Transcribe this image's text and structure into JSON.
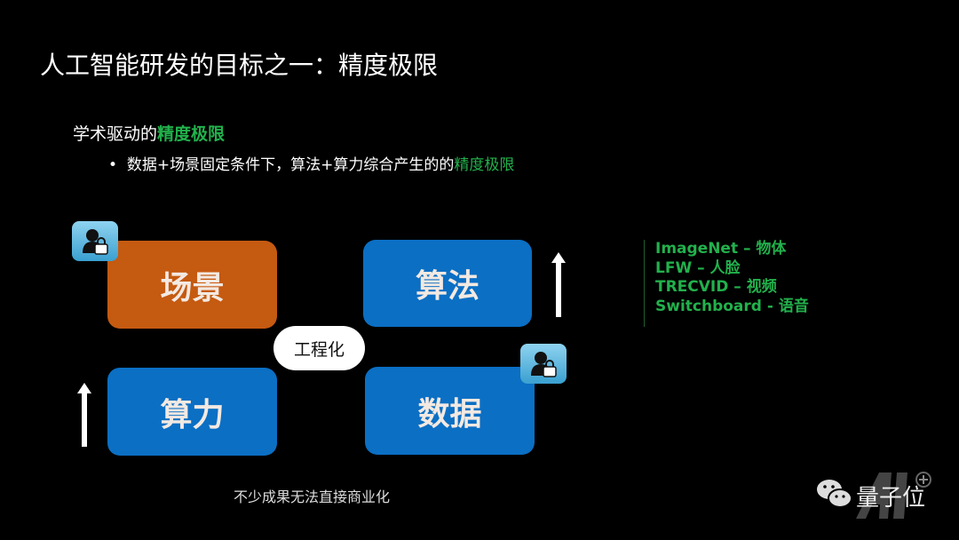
{
  "title": "人工智能研发的目标之一：精度极限",
  "subtitle": {
    "prefix": "学术驱动的",
    "highlight": "精度极限"
  },
  "bullet": {
    "prefix": "数据+场景固定条件下，算法+算力综合产生的的",
    "highlight": "精度极限"
  },
  "boxes": {
    "scene": "场景",
    "algorithm": "算法",
    "compute": "算力",
    "data": "数据"
  },
  "center_label": "工程化",
  "benchmarks": [
    "ImageNet – 物体",
    "LFW – 人脸",
    "TRECVID – 视频",
    "Switchboard - 语音"
  ],
  "caption": "不少成果无法直接商业化",
  "logo_text": "量子位",
  "colors": {
    "orange": "#c55a11",
    "blue": "#0b6fc4",
    "green": "#22b14c"
  }
}
